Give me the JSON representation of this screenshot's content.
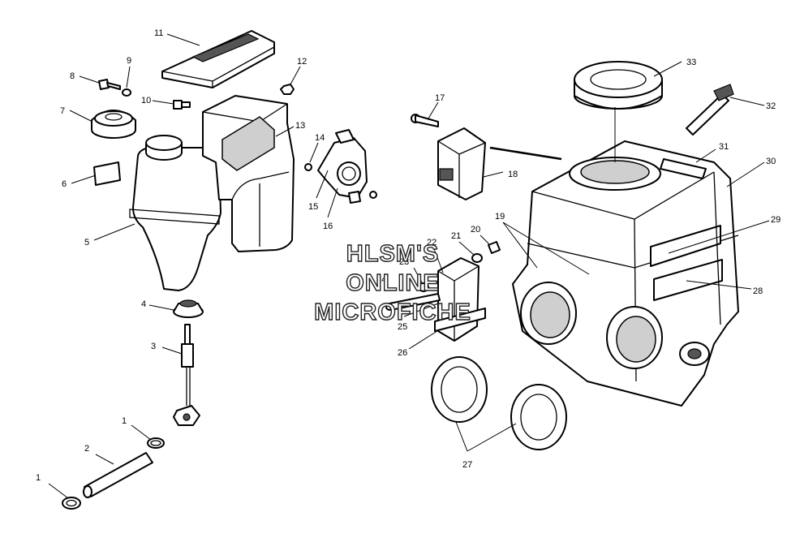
{
  "watermark": {
    "line1": "HLSM'S",
    "line2": "ONLINE",
    "line3": "MICROFICHE"
  },
  "callouts": [
    "1",
    "1",
    "2",
    "3",
    "4",
    "5",
    "6",
    "7",
    "8",
    "9",
    "10",
    "11",
    "12",
    "13",
    "14",
    "15",
    "16",
    "17",
    "18",
    "19",
    "20",
    "21",
    "22",
    "23",
    "24",
    "25",
    "26",
    "27",
    "28",
    "29",
    "30",
    "31",
    "32",
    "33"
  ]
}
